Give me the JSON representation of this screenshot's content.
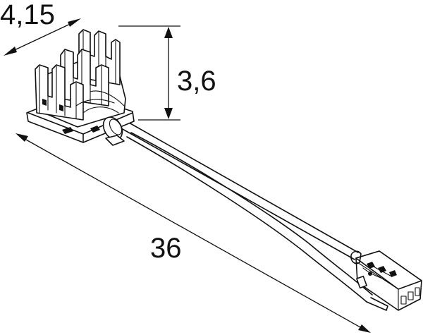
{
  "dimensions": {
    "width_label": "4,15",
    "height_label": "3,6",
    "length_label": "36"
  }
}
